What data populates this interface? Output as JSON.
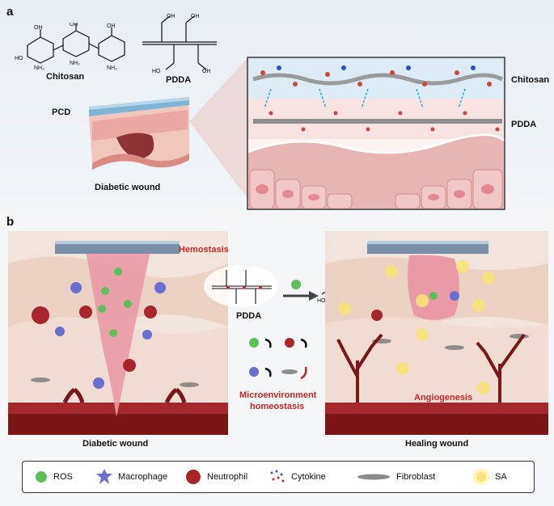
{
  "panel_a": {
    "label": "a",
    "chitosan_label": "Chitosan",
    "pdda_label": "PDDA",
    "pcd_label": "PCD",
    "wound_label": "Diabetic wound",
    "inset_chitosan": "Chitosan",
    "inset_pdda": "PDDA"
  },
  "panel_b": {
    "label": "b",
    "hemostasis": "Hemostasis",
    "pdda_label": "PDDA",
    "sa_label": "SA",
    "micro": "Microenvironment",
    "homeo": "homeostasis",
    "angio": "Angiogenesis",
    "left_caption": "Diabetic wound",
    "right_caption": "Healing wound"
  },
  "legend": {
    "items": [
      {
        "label": "ROS",
        "icon": "ros-icon"
      },
      {
        "label": "Macrophage",
        "icon": "macrophage-icon"
      },
      {
        "label": "Neutrophil",
        "icon": "neutrophil-icon"
      },
      {
        "label": "Cytokine",
        "icon": "cytokine-icon"
      },
      {
        "label": "Fibroblast",
        "icon": "fibroblast-icon"
      },
      {
        "label": "SA",
        "icon": "sa-icon"
      }
    ]
  },
  "colors": {
    "ros": "#5fbf5a",
    "macrophage": "#6a6fcf",
    "neutrophil": "#a8262a",
    "hemostasis_red": "#c0292b",
    "skin": "#efd3c4",
    "blood": "#7a1618"
  }
}
